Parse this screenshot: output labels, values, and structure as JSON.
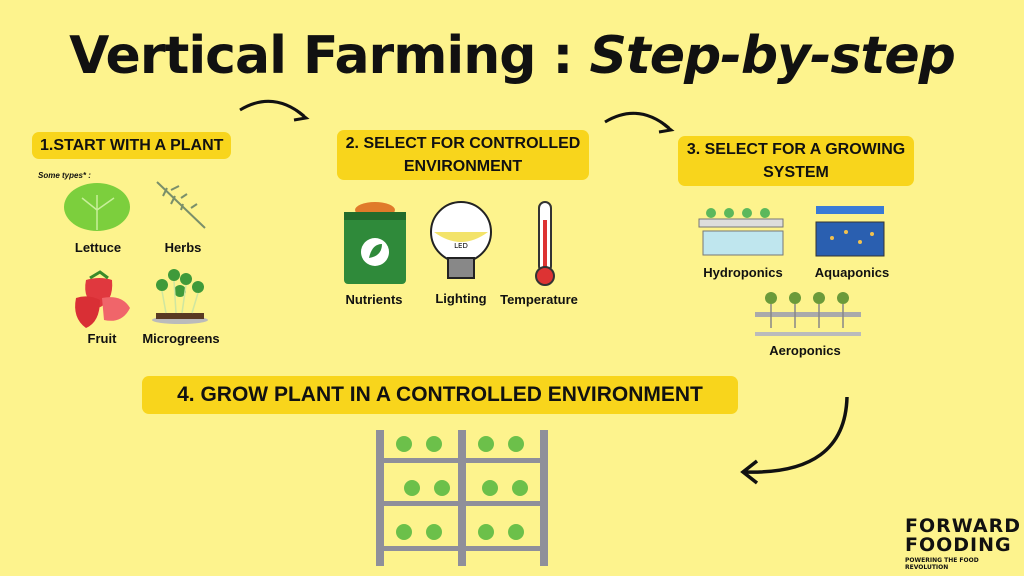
{
  "title": {
    "main": "Vertical Farming : ",
    "italic": "Step-by-step"
  },
  "steps": [
    {
      "label": "1.START WITH A PLANT",
      "note": "Some types* :",
      "items": [
        "Lettuce",
        "Herbs",
        "Fruit",
        "Microgreens"
      ]
    },
    {
      "label_line1": "2. SELECT FOR CONTROLLED",
      "label_line2": "ENVIRONMENT",
      "items": [
        "Nutrients",
        "Lighting",
        "Temperature"
      ],
      "bulb_text": "LED"
    },
    {
      "label_line1": "3. SELECT FOR A GROWING",
      "label_line2": "SYSTEM",
      "items": [
        "Hydroponics",
        "Aquaponics",
        "Aeroponics"
      ]
    },
    {
      "label": "4. GROW PLANT IN A CONTROLLED ENVIRONMENT"
    }
  ],
  "logo": {
    "line1": "FORWARD",
    "line2": "FOODING",
    "tagline": "POWERING THE FOOD REVOLUTION"
  },
  "colors": {
    "background": "#fdf38d",
    "label_box": "#f8d51c",
    "plant": "#6cc04a"
  }
}
